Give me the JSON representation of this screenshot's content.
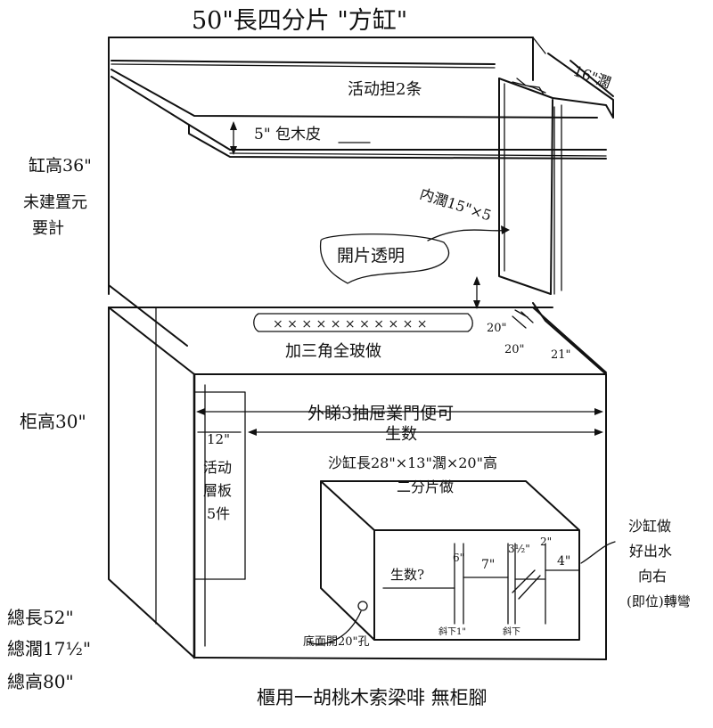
{
  "title": "50\"長四分片 \"方缸\"",
  "top_panel": {
    "sliding_covers": "活动担2条",
    "wood_skirt": "5\" 包木皮",
    "width_16": "16\"濶",
    "inner_measure": "内濶15\"×5",
    "glass_note": "開片透明",
    "triangle_note": "加三角全玻做",
    "x_marks": "× × × × × × × × × × ×",
    "measure_20a": "20\"",
    "measure_20b": "20\"",
    "measure_21": "21\""
  },
  "left_notes": {
    "tank_height": "缸高36\"",
    "light_note_1": "未建置元",
    "light_note_2": "要計",
    "cabinet_height": "柜高30\""
  },
  "cabinet": {
    "outer_note": "外睇3抽屉業門便可",
    "live_count": "生数",
    "shelf_width": "12\"",
    "shelf_1": "活动",
    "shelf_2": "層板",
    "shelf_3": "5件",
    "sump_size": "沙缸長28\"×13\"濶×20\"高",
    "sump_make": "二分片做",
    "live_q": "生数?",
    "d_6": "6\"",
    "d_7": "7\"",
    "d_3_5": "3½\"",
    "d_2": "2\"",
    "d_4": "4\"",
    "left_hole": "底面開20\"孔",
    "bottom_mark_1": "斜下1\"",
    "bottom_mark_2": "斜下"
  },
  "right_notes": {
    "line1": "沙缸做",
    "line2": "好出水",
    "line3": "向右",
    "line4": "(即位)轉彎"
  },
  "totals": {
    "length": "總長52\"",
    "width": "總濶17½\"",
    "height": "總高80\""
  },
  "bottom_note": "櫃用一胡桃木索梁啡 無柜腳"
}
